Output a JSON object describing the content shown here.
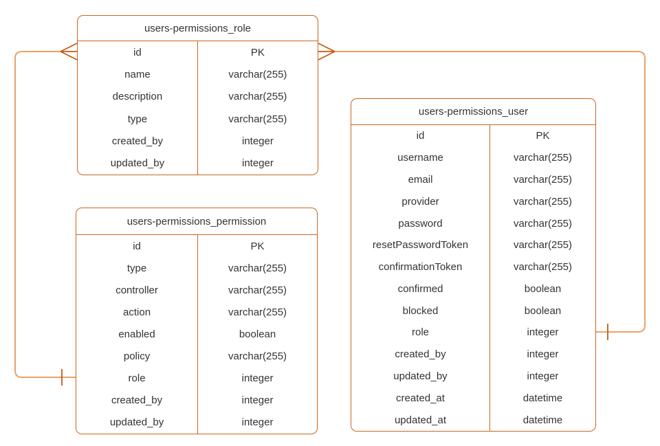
{
  "diagram": {
    "kind": "entity-relationship",
    "background": "#FFFFFF",
    "colors": {
      "table_border": "#CB641F",
      "connector_line": "#E8A268",
      "cardinality_marker": "#C55A11",
      "text": "#333333"
    },
    "tables": {
      "role": {
        "title": "users-permissions_role",
        "rows": [
          {
            "name": "id",
            "type": "PK"
          },
          {
            "name": "name",
            "type": "varchar(255)"
          },
          {
            "name": "description",
            "type": "varchar(255)"
          },
          {
            "name": "type",
            "type": "varchar(255)"
          },
          {
            "name": "created_by",
            "type": "integer"
          },
          {
            "name": "updated_by",
            "type": "integer"
          }
        ]
      },
      "permission": {
        "title": "users-permissions_permission",
        "rows": [
          {
            "name": "id",
            "type": "PK"
          },
          {
            "name": "type",
            "type": "varchar(255)"
          },
          {
            "name": "controller",
            "type": "varchar(255)"
          },
          {
            "name": "action",
            "type": "varchar(255)"
          },
          {
            "name": "enabled",
            "type": "boolean"
          },
          {
            "name": "policy",
            "type": "varchar(255)"
          },
          {
            "name": "role",
            "type": "integer"
          },
          {
            "name": "created_by",
            "type": "integer"
          },
          {
            "name": "updated_by",
            "type": "integer"
          }
        ]
      },
      "user": {
        "title": "users-permissions_user",
        "rows": [
          {
            "name": "id",
            "type": "PK"
          },
          {
            "name": "username",
            "type": "varchar(255)"
          },
          {
            "name": "email",
            "type": "varchar(255)"
          },
          {
            "name": "provider",
            "type": "varchar(255)"
          },
          {
            "name": "password",
            "type": "varchar(255)"
          },
          {
            "name": "resetPasswordToken",
            "type": "varchar(255)"
          },
          {
            "name": "confirmationToken",
            "type": "varchar(255)"
          },
          {
            "name": "confirmed",
            "type": "boolean"
          },
          {
            "name": "blocked",
            "type": "boolean"
          },
          {
            "name": "role",
            "type": "integer"
          },
          {
            "name": "created_by",
            "type": "integer"
          },
          {
            "name": "updated_by",
            "type": "integer"
          },
          {
            "name": "created_at",
            "type": "datetime"
          },
          {
            "name": "updated_at",
            "type": "datetime"
          }
        ]
      }
    },
    "relationships": [
      {
        "from_table": "users-permissions_role",
        "from_field": "id",
        "from_cardinality": "many",
        "to_table": "users-permissions_permission",
        "to_field": "role",
        "to_cardinality": "one"
      },
      {
        "from_table": "users-permissions_role",
        "from_field": "id",
        "from_cardinality": "many",
        "to_table": "users-permissions_user",
        "to_field": "role",
        "to_cardinality": "one"
      }
    ]
  }
}
